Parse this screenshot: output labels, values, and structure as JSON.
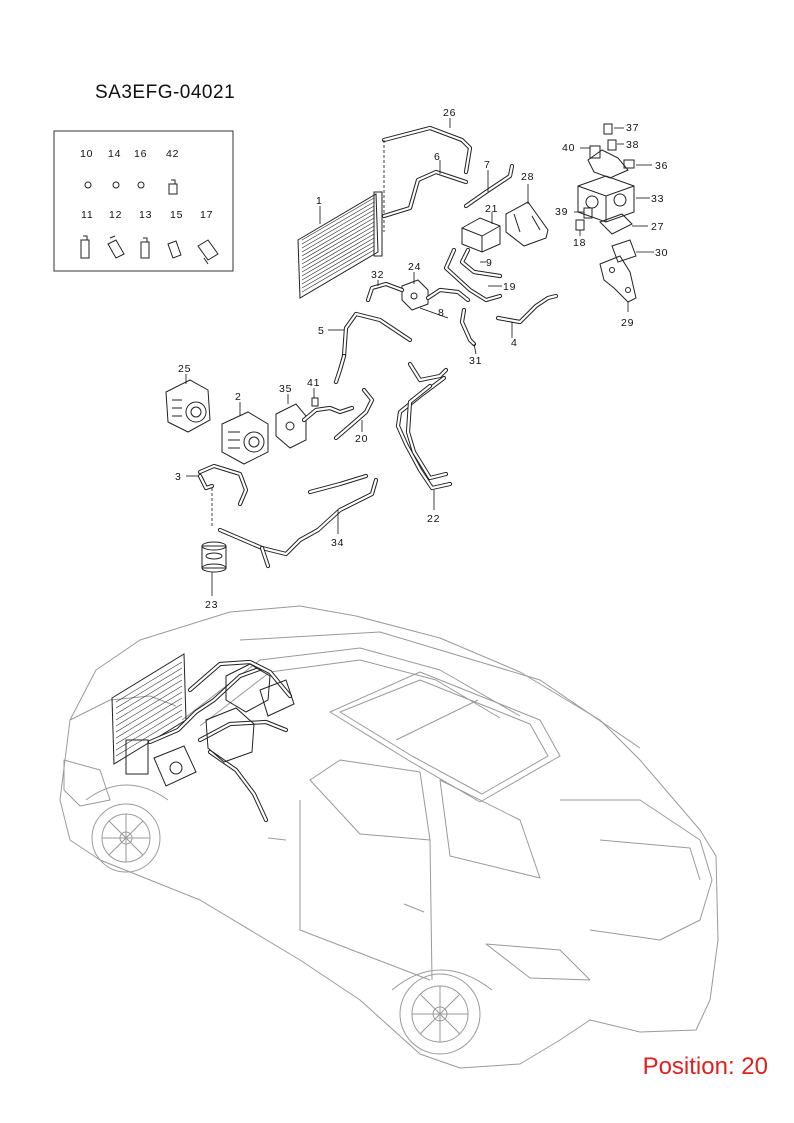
{
  "diagram": {
    "code": "SA3EFG-04021",
    "position_text": "Position: 20"
  },
  "inset_labels": [
    "10",
    "14",
    "16",
    "42",
    "11",
    "12",
    "13",
    "15",
    "17"
  ],
  "callouts": {
    "c1": "1",
    "c2": "2",
    "c3": "3",
    "c4": "4",
    "c5": "5",
    "c6": "6",
    "c7": "7",
    "c8": "8",
    "c9": "9",
    "c18": "18",
    "c19": "19",
    "c20": "20",
    "c21": "21",
    "c22": "22",
    "c23": "23",
    "c24": "24",
    "c25": "25",
    "c26": "26",
    "c27": "27",
    "c28": "28",
    "c29": "29",
    "c30": "30",
    "c31": "31",
    "c32": "32",
    "c33": "33",
    "c34": "34",
    "c35": "35",
    "c36": "36",
    "c37": "37",
    "c38": "38",
    "c39": "39",
    "c40": "40",
    "c41": "41"
  },
  "colors": {
    "position_text": "#e0201c",
    "line": "#111111",
    "vehicle_outline": "#9a9a9a"
  }
}
